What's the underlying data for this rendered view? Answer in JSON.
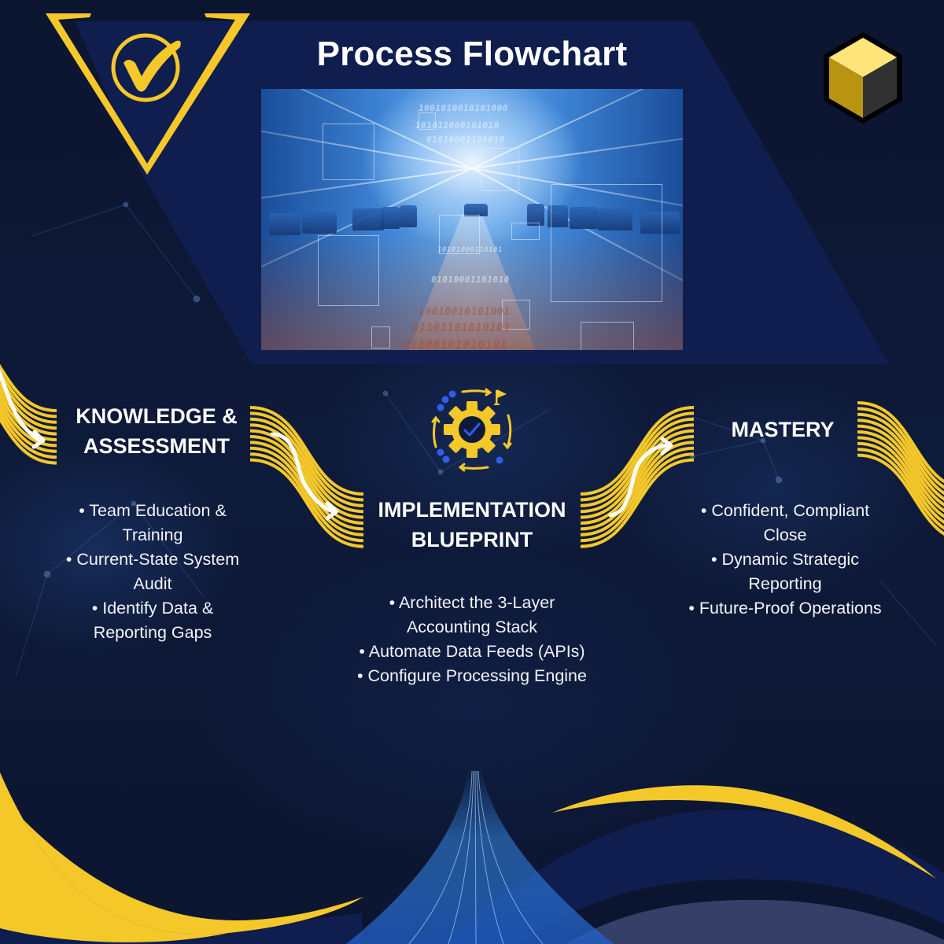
{
  "header": {
    "title": "Process Flowchart",
    "badge_icon": "checkmark-circle-icon",
    "logo_icon": "cube-icon"
  },
  "hero_image": {
    "description": "Futuristic boardroom with binary code overlay",
    "binary_lines": [
      "1001010010101000",
      "101011000101010",
      "01010001101010",
      "10101000110101",
      "01010001101010",
      "10010010101001",
      "01101101010101",
      "01100101010101"
    ]
  },
  "stages": [
    {
      "title_line1": "KNOWLEDGE &",
      "title_line2": "ASSESSMENT",
      "bullets": [
        "• Team Education &\nTraining",
        "• Current-State System\nAudit",
        "• Identify Data &\nReporting Gaps"
      ]
    },
    {
      "icon": "gear-checkmark-cycle-icon",
      "title_line1": "IMPLEMENTATION",
      "title_line2": "BLUEPRINT",
      "bullets": [
        "• Architect the 3-Layer\nAccounting Stack",
        "• Automate Data Feeds (APIs)",
        "• Configure Processing Engine"
      ]
    },
    {
      "title_line1": "MASTERY",
      "bullets": [
        "• Confident, Compliant\nClose",
        "• Dynamic Strategic\nReporting",
        "• Future-Proof Operations"
      ]
    }
  ],
  "colors": {
    "background": "#0d1630",
    "panel": "#0f1e4f",
    "accent_yellow": "#f5c82a",
    "icon_blue": "#2f5ee8",
    "text": "#ffffff"
  }
}
